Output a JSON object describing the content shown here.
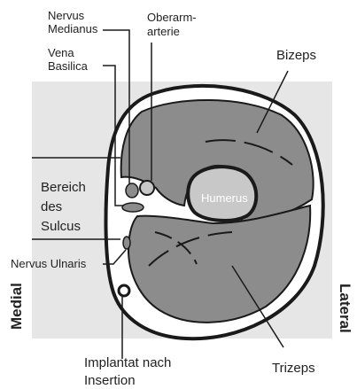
{
  "labels": {
    "nervus_medianus_1": "Nervus",
    "nervus_medianus_2": "Medianus",
    "vena_basilica_1": "Vena",
    "vena_basilica_2": "Basilica",
    "oberarmarterie_1": "Oberarm-",
    "oberarmarterie_2": "arterie",
    "bizeps": "Bizeps",
    "bereich_des_sulcus_1": "Bereich",
    "bereich_des_sulcus_2": "des",
    "bereich_des_sulcus_3": "Sulcus",
    "humerus": "Humerus",
    "nervus_ulnaris": "Nervus Ulnaris",
    "medial": "Medial",
    "lateral": "Lateral",
    "implantat_1": "Implantat nach",
    "implantat_2": "Insertion",
    "trizeps": "Trizeps"
  },
  "colors": {
    "background_panel": "#e6e6e6",
    "muscle": "#8c8c8c",
    "bone": "#c8c8c8",
    "outline": "#1a1a1a",
    "skin": "#ffffff"
  }
}
